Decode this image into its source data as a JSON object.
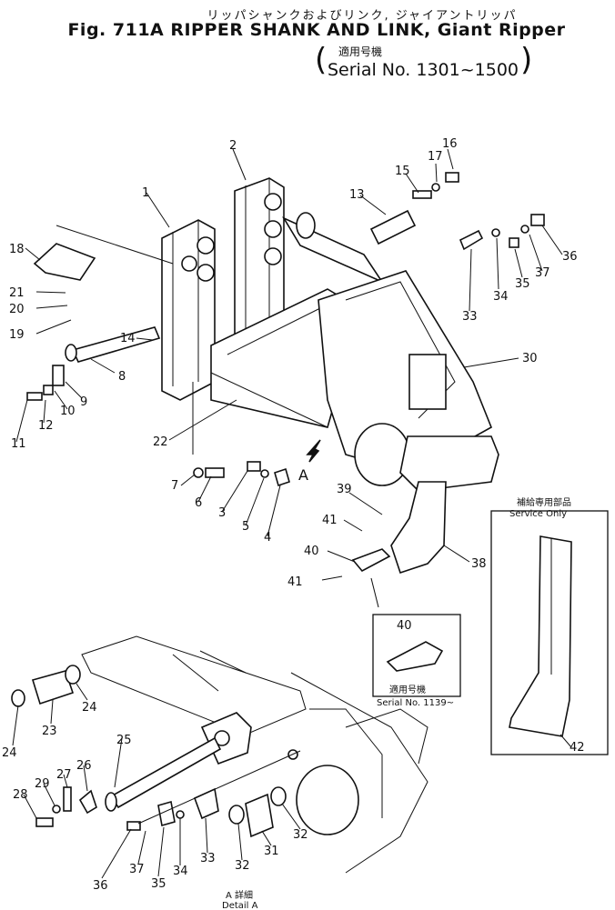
{
  "header": {
    "title_jp": "リッパシャンクおよびリンク, ジャイアントリッパ",
    "title": "Fig. 711A RIPPER SHANK AND LINK, Giant Ripper",
    "applicable_jp": "適用号機",
    "serial": "Serial No. 1301~1500"
  },
  "callouts": {
    "service_only_jp": "補給専用部品",
    "service_only": "Service Only",
    "serial_jp": "適用号機",
    "serial_note": "Serial No. 1139~",
    "detail_jp": "A 詳細",
    "detail": "Detail A",
    "view_marker": "A"
  },
  "part_numbers": [
    "1",
    "2",
    "3",
    "4",
    "5",
    "6",
    "7",
    "8",
    "9",
    "10",
    "11",
    "12",
    "13",
    "14",
    "15",
    "16",
    "17",
    "18",
    "19",
    "20",
    "21",
    "22",
    "23",
    "24",
    "25",
    "26",
    "27",
    "28",
    "29",
    "30",
    "31",
    "32",
    "33",
    "34",
    "35",
    "36",
    "37",
    "38",
    "39",
    "40",
    "41",
    "42"
  ]
}
